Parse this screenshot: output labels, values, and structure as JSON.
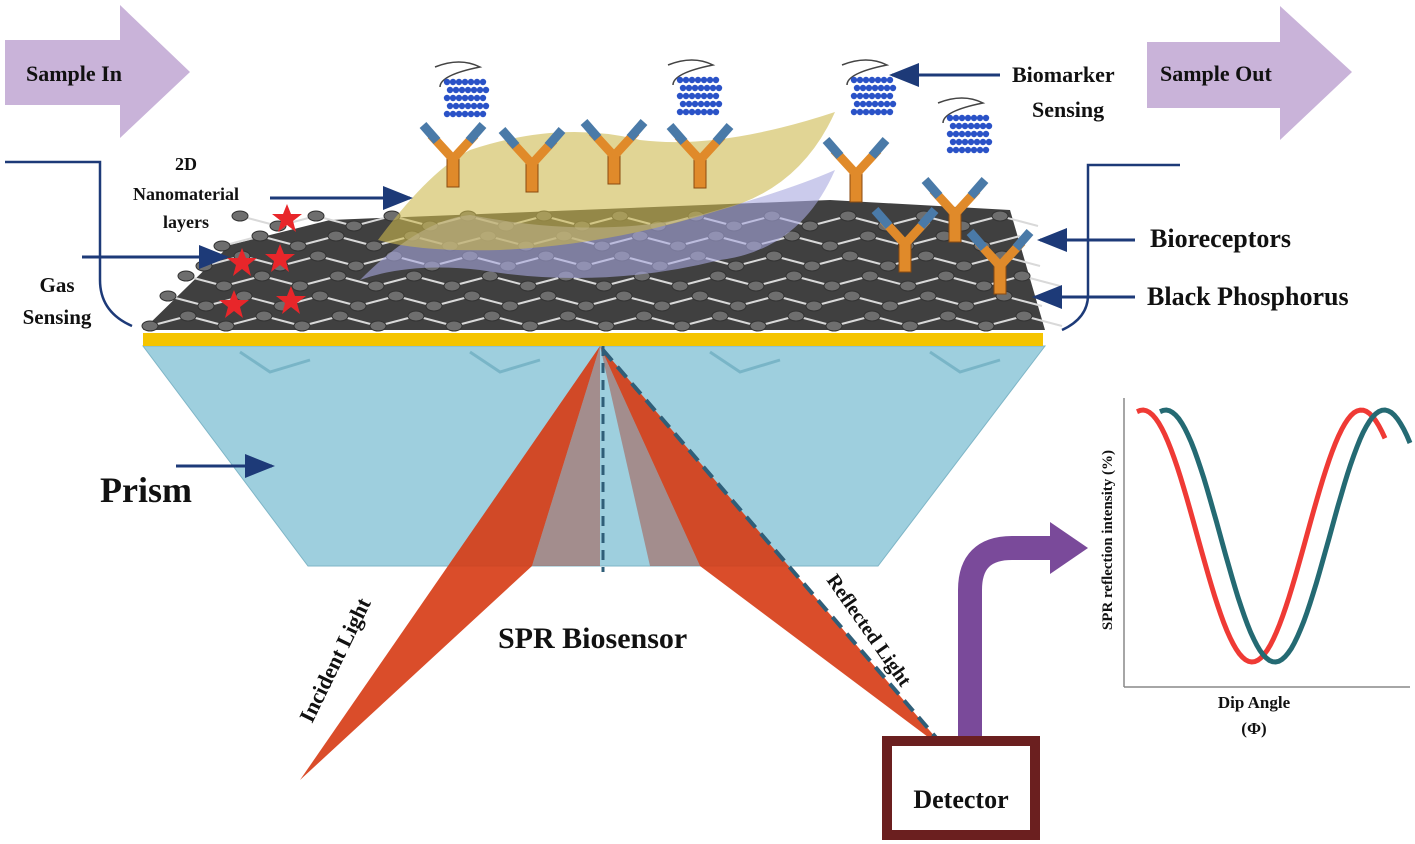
{
  "labels": {
    "sample_in": "Sample In",
    "sample_out": "Sample Out",
    "biomarker_line1": "Biomarker",
    "biomarker_line2": "Sensing",
    "nano_line1": "2D",
    "nano_line2": "Nanomaterial",
    "nano_line3": "layers",
    "gas_line1": "Gas",
    "gas_line2": "Sensing",
    "bioreceptors": "Bioreceptors",
    "black_phosphorus": "Black Phosphorus",
    "prism": "Prism",
    "spr_biosensor": "SPR Biosensor",
    "incident_light": "Incident Light",
    "reflected_light": "Reflected Light",
    "detector": "Detector"
  },
  "graph": {
    "ylabel": "SPR reflection intensity (%)",
    "xlabel_line1": "Dip Angle",
    "xlabel_line2": "(Φ)"
  },
  "colors": {
    "arrow_fill": "#c9b3d9",
    "prism_fill": "#9ecfde",
    "gold_layer": "#f5c400",
    "light_beam": "#d63a13",
    "detector_border": "#6b1f1f",
    "detector_arrow": "#7a4a9a",
    "curve_red": "#ef3a35",
    "curve_teal": "#246a73",
    "bp_atom": "#555555",
    "antibody": "#e08a2a",
    "biomarker": "#2a52c7",
    "pointer": "#1d3a78"
  },
  "chart_data": {
    "type": "line",
    "title": "",
    "xlabel": "Dip Angle (Φ)",
    "ylabel": "SPR reflection intensity (%)",
    "series": [
      {
        "values": [
          0.7,
          0.95,
          0.45,
          0.02,
          0.45,
          0.95,
          0.7
        ]
      },
      {
        "values": [
          0.68,
          0.95,
          0.45,
          0.02,
          0.45,
          0.95,
          0.72
        ]
      }
    ]
  }
}
